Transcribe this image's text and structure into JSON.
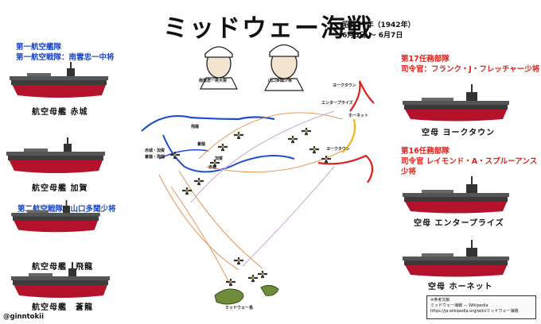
{
  "title": "ミッドウェー海戦",
  "date": {
    "era": "昭和17年（1942年）",
    "range": "6月5日 〜 6月7日"
  },
  "japan": {
    "fleet1": "第一航空艦隊",
    "fleet1_commander": "第一航空戦隊：南雲忠一中将",
    "fleet2_commander": "第二航空戦隊：山口多聞少将",
    "ships": [
      "航空母艦 赤城",
      "航空母艦 加賀",
      "航空母艦　飛龍",
      "航空母艦　蒼龍"
    ],
    "portraits": [
      "南雲忠一男大将",
      "山口多聞少将"
    ]
  },
  "us": {
    "tf17": "第17任務部隊",
    "tf17_commander": "司令官：フランク・J・フレッチャー少将",
    "tf16": "第16任務部隊",
    "tf16_commander": "司令官 レイモンド・A・スプルーアンス少将",
    "ships": [
      "空母 ヨークタウン",
      "空母 エンタープライズ",
      "空母 ホーネット"
    ]
  },
  "map_labels": {
    "hiryu": "飛龍",
    "akagi_kaga": "赤城・加賀",
    "soryu_hiryu": "蒼龍・飛龍",
    "akagi": "赤城",
    "soryu": "蒼龍",
    "kaga": "加賀",
    "midway": "ミッドウェー島",
    "yorktown": "ヨークタウン",
    "enterprise_hornet": "エンタープライズ",
    "hornet": "ホーネット",
    "yorktown2": "ヨークタウン"
  },
  "credit": "@ginntokii",
  "reference": {
    "heading": "※参考文献",
    "line1": "ミッドウェー海戦 — Wikipedia",
    "line2": "https://ja.wikipedia.org/wiki/ミッドウェー海戦"
  },
  "colors": {
    "japan_label": "#1c47c4",
    "us_label": "#e0211b",
    "hull_red": "#b3122a",
    "deck": "#4a4a4a"
  }
}
